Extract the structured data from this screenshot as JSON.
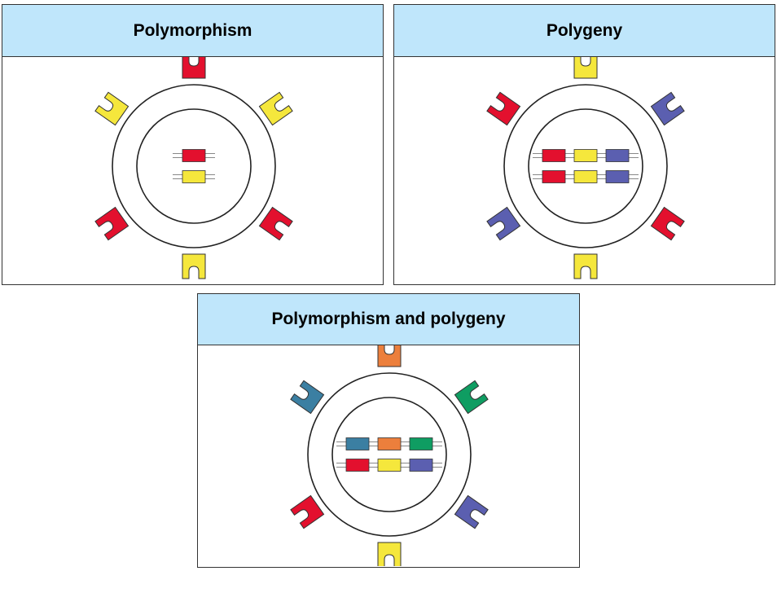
{
  "colors": {
    "red": "#e3102e",
    "yellow": "#f5e73c",
    "blue": "#5b5fb0",
    "orange": "#ec7f3c",
    "teal": "#3b7fa2",
    "green": "#0f9d62",
    "header_bg": "#bfe6fb"
  },
  "panels": [
    {
      "title": "Polymorphism",
      "receptors": [
        "red",
        "yellow",
        "red",
        "yellow",
        "red",
        "yellow"
      ],
      "gene_rows": [
        [
          "red"
        ],
        [
          "yellow"
        ]
      ]
    },
    {
      "title": "Polygeny",
      "receptors": [
        "yellow",
        "blue",
        "red",
        "yellow",
        "blue",
        "red"
      ],
      "gene_rows": [
        [
          "red",
          "yellow",
          "blue"
        ],
        [
          "red",
          "yellow",
          "blue"
        ]
      ]
    },
    {
      "title": "Polymorphism and polygeny",
      "receptors": [
        "orange",
        "green",
        "blue",
        "yellow",
        "red",
        "teal"
      ],
      "gene_rows": [
        [
          "teal",
          "orange",
          "green"
        ],
        [
          "red",
          "yellow",
          "blue"
        ]
      ]
    }
  ]
}
